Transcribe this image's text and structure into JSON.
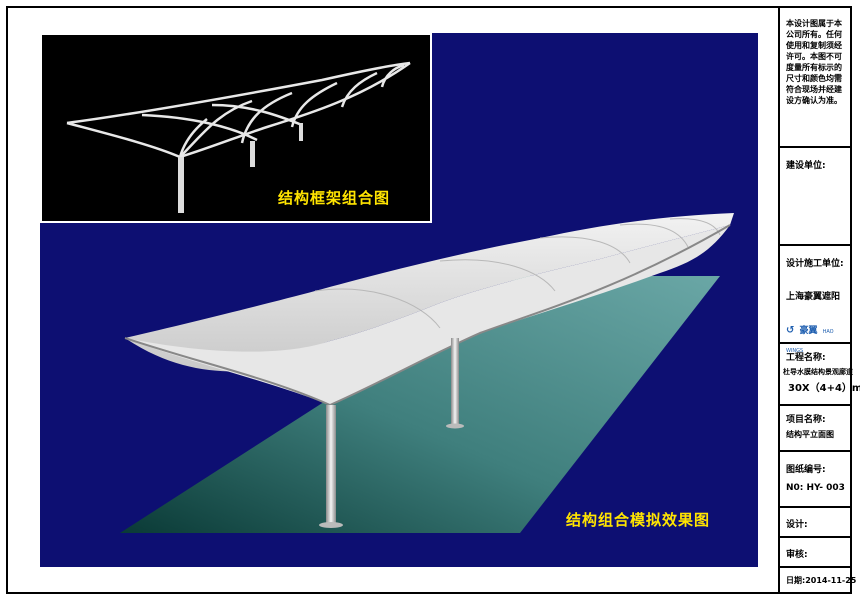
{
  "captions": {
    "frame": "结构框架组合图",
    "render": "结构组合模拟效果图"
  },
  "title_block": {
    "notice": "本设计图属于本公司所有。任何使用和复制须经许可。本图不可度量所有标示的尺寸和颜色均需符合现场并经建设方确认为准。",
    "client_label": "建设单位:",
    "designer_label": "设计施工单位:",
    "designer_value": "上海豪翼遮阳",
    "logo_text": "豪翼",
    "logo_sub": "HAO WINGS",
    "project_label": "工程名称:",
    "project_value": "杜导水膜结构景观廊道",
    "project_size": "30X（4+4）m",
    "item_label": "项目名称:",
    "item_value": "结构平立面图",
    "drawing_no_label": "图纸编号:",
    "drawing_no_value": "N0: HY- 003",
    "design_label": "设计:",
    "review_label": "审核:",
    "date_label": "日期:",
    "date_value": "2014-11-25"
  },
  "colors": {
    "panel": "#0d0f72",
    "caption": "#ffe400",
    "ground": "#5f9ea0"
  }
}
